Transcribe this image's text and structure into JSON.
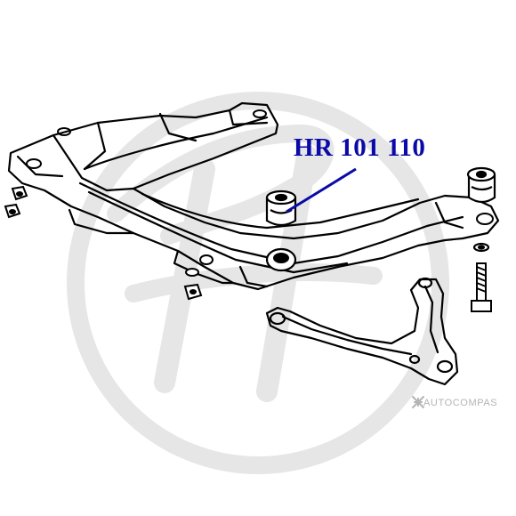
{
  "part_number": "HR 101 110",
  "watermark_text": "AUTOCOMPAS",
  "colors": {
    "label": "#0a0aa8",
    "leader_line": "#0a0aa8",
    "line_art": "#000000",
    "logo_watermark": "#e6e6e6",
    "text_watermark": "#b4b4b4"
  },
  "icons": {
    "brand_logo": "stylized-h-logo-watermark",
    "autocompas_logo": "starburst-icon"
  }
}
